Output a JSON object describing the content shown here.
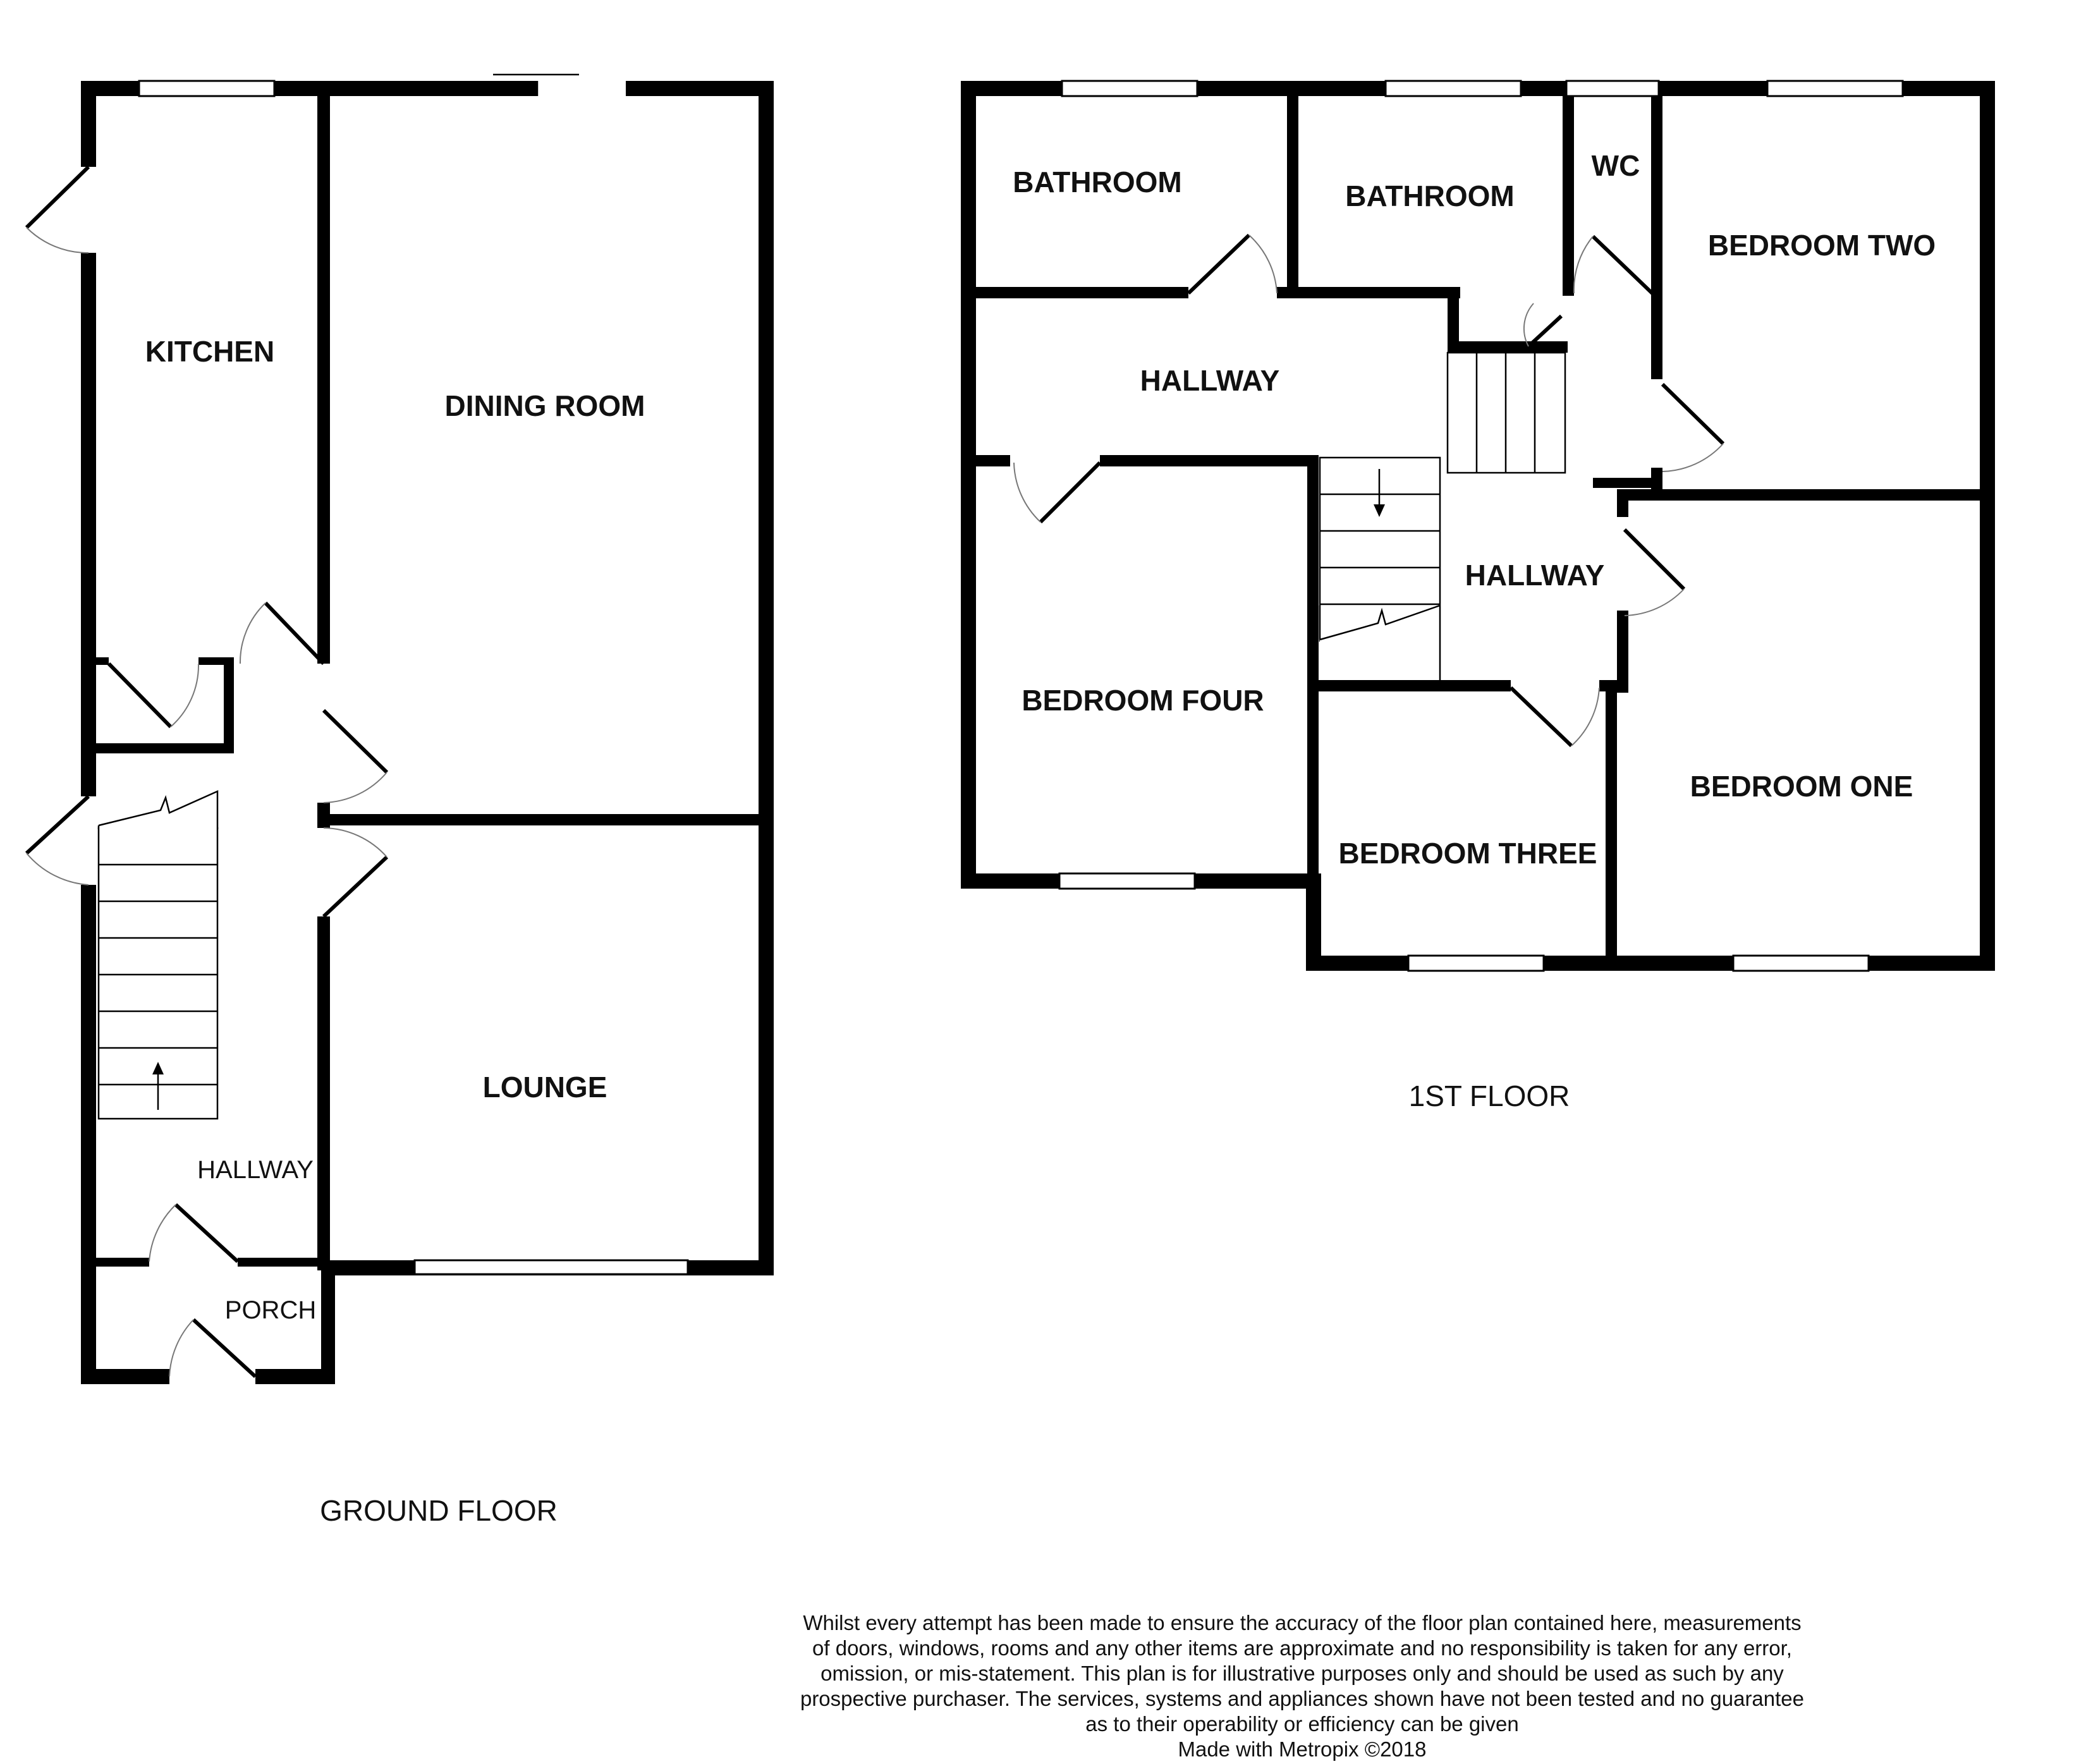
{
  "ground_floor": {
    "title": "GROUND FLOOR",
    "rooms": {
      "kitchen": "KITCHEN",
      "dining_room": "DINING ROOM",
      "lounge": "LOUNGE",
      "hallway": "HALLWAY",
      "porch": "PORCH"
    }
  },
  "first_floor": {
    "title": "1ST FLOOR",
    "rooms": {
      "bathroom_left": "BATHROOM",
      "bathroom_right": "BATHROOM",
      "wc": "WC",
      "bedroom_two": "BEDROOM TWO",
      "hallway_upper": "HALLWAY",
      "hallway_landing": "HALLWAY",
      "bedroom_four": "BEDROOM FOUR",
      "bedroom_three": "BEDROOM THREE",
      "bedroom_one": "BEDROOM ONE"
    }
  },
  "disclaimer": {
    "lines": [
      "Whilst every attempt has been made to ensure the accuracy of the floor plan contained here, measurements",
      "of doors, windows, rooms and any other items are approximate and no responsibility is taken for any error,",
      "omission, or mis-statement. This plan is for illustrative purposes only and should be used as such by any",
      "prospective purchaser. The services, systems and appliances shown have not been tested and no guarantee",
      "as to their operability or efficiency can be given"
    ],
    "credit": "Made with Metropix ©2018"
  }
}
